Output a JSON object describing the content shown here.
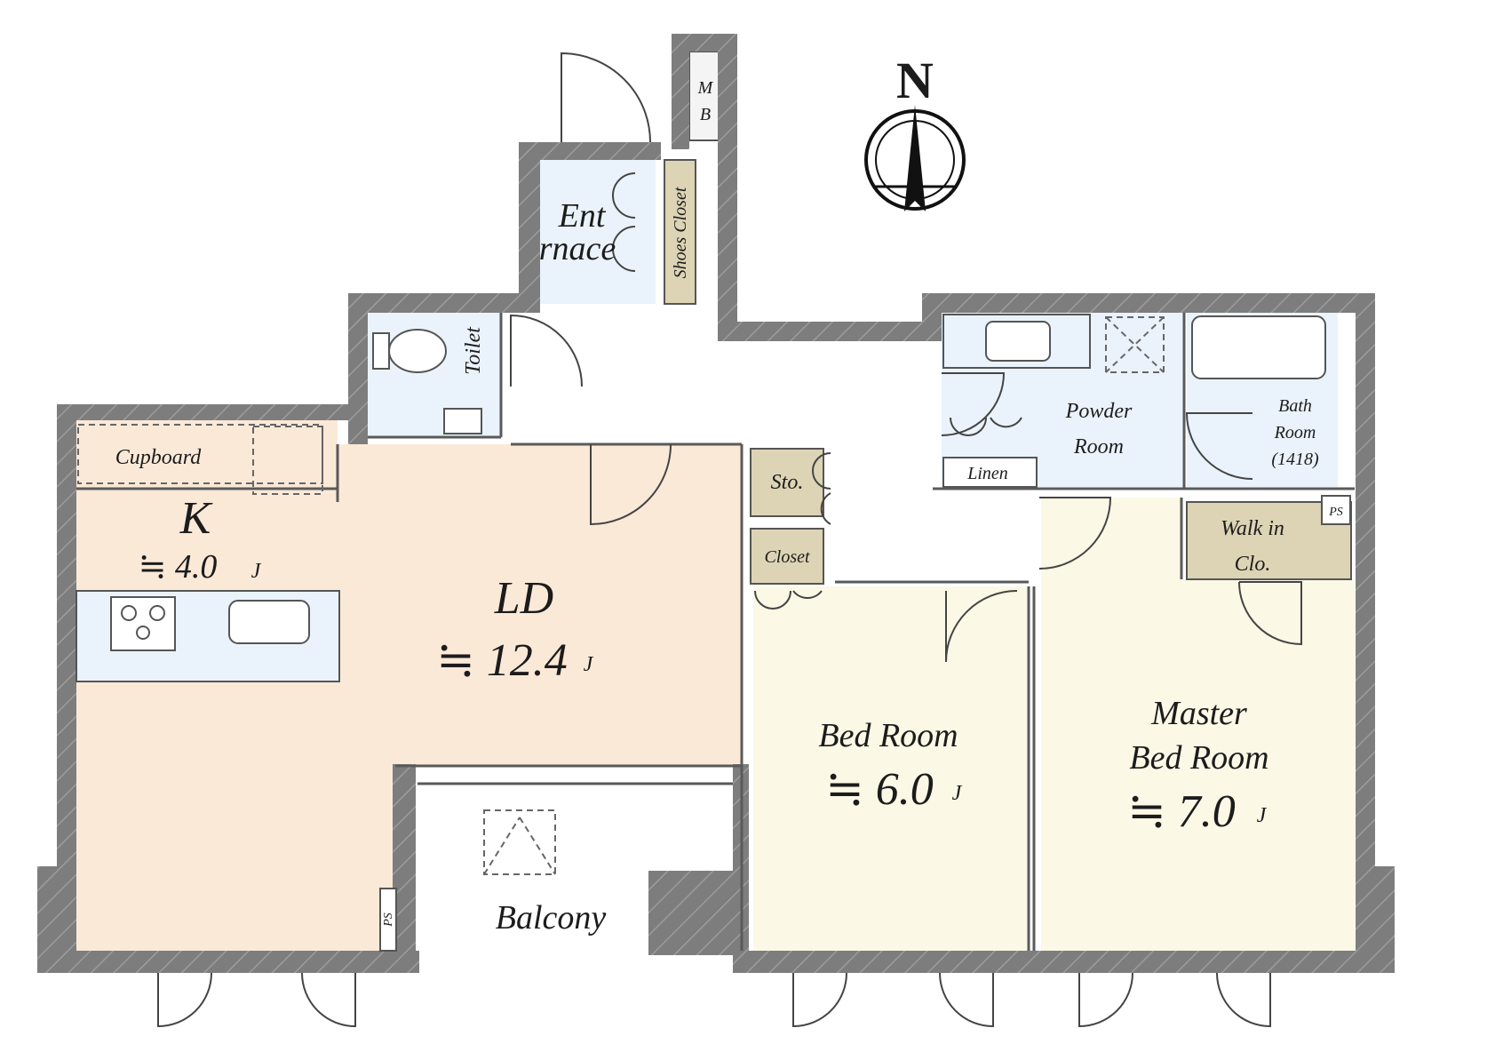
{
  "compass": {
    "label": "N"
  },
  "rooms": {
    "mb": {
      "line1": "M",
      "line2": "B"
    },
    "entrance": {
      "line1": "Ent",
      "line2": "rnace"
    },
    "shoes_closet": {
      "label": "Shoes Closet"
    },
    "toilet": {
      "label": "Toilet"
    },
    "cupboard": {
      "label": "Cupboard"
    },
    "kitchen": {
      "name": "K",
      "size": "≒ 4.0",
      "unit": "J"
    },
    "ld": {
      "name": "LD",
      "size": "≒ 12.4",
      "unit": "J"
    },
    "storage": {
      "label": "Sto."
    },
    "closet": {
      "label": "Closet"
    },
    "powder_room": {
      "line1": "Powder",
      "line2": "Room"
    },
    "linen": {
      "label": "Linen"
    },
    "bath_room": {
      "line1": "Bath",
      "line2": "Room",
      "line3": "(1418)"
    },
    "walk_in_closet": {
      "line1": "Walk in",
      "line2": "Clo."
    },
    "ps_top": {
      "label": "PS"
    },
    "ps_bottom": {
      "label": "PS"
    },
    "bed_room": {
      "name": "Bed Room",
      "size": "≒ 6.0",
      "unit": "J"
    },
    "master_bed_room": {
      "line1": "Master",
      "line2": "Bed Room",
      "size": "≒ 7.0",
      "unit": "J"
    },
    "balcony": {
      "label": "Balcony"
    }
  },
  "colors": {
    "living": "#fbe9d8",
    "bedroom": "#fbf8e6",
    "wet_area": "#eaf3fb",
    "storage": "#ddd4b5",
    "wall": "#7d7d7d"
  }
}
